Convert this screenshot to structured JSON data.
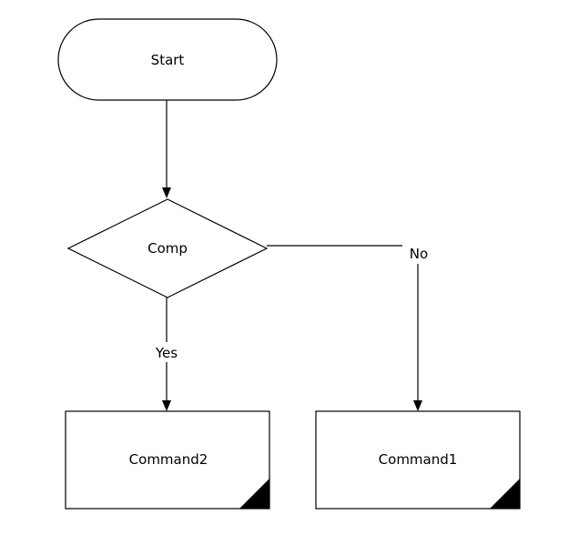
{
  "diagram": {
    "nodes": {
      "start": {
        "label": "Start",
        "shape": "terminator"
      },
      "comp": {
        "label": "Comp",
        "shape": "decision"
      },
      "command2": {
        "label": "Command2",
        "shape": "process"
      },
      "command1": {
        "label": "Command1",
        "shape": "process"
      }
    },
    "edges": {
      "start_to_comp": {
        "from": "start",
        "to": "comp",
        "label": ""
      },
      "comp_yes": {
        "from": "comp",
        "to": "command2",
        "label": "Yes"
      },
      "comp_no": {
        "from": "comp",
        "to": "command1",
        "label": "No"
      }
    }
  },
  "colors": {
    "stroke": "#000000",
    "fill": "#ffffff"
  }
}
